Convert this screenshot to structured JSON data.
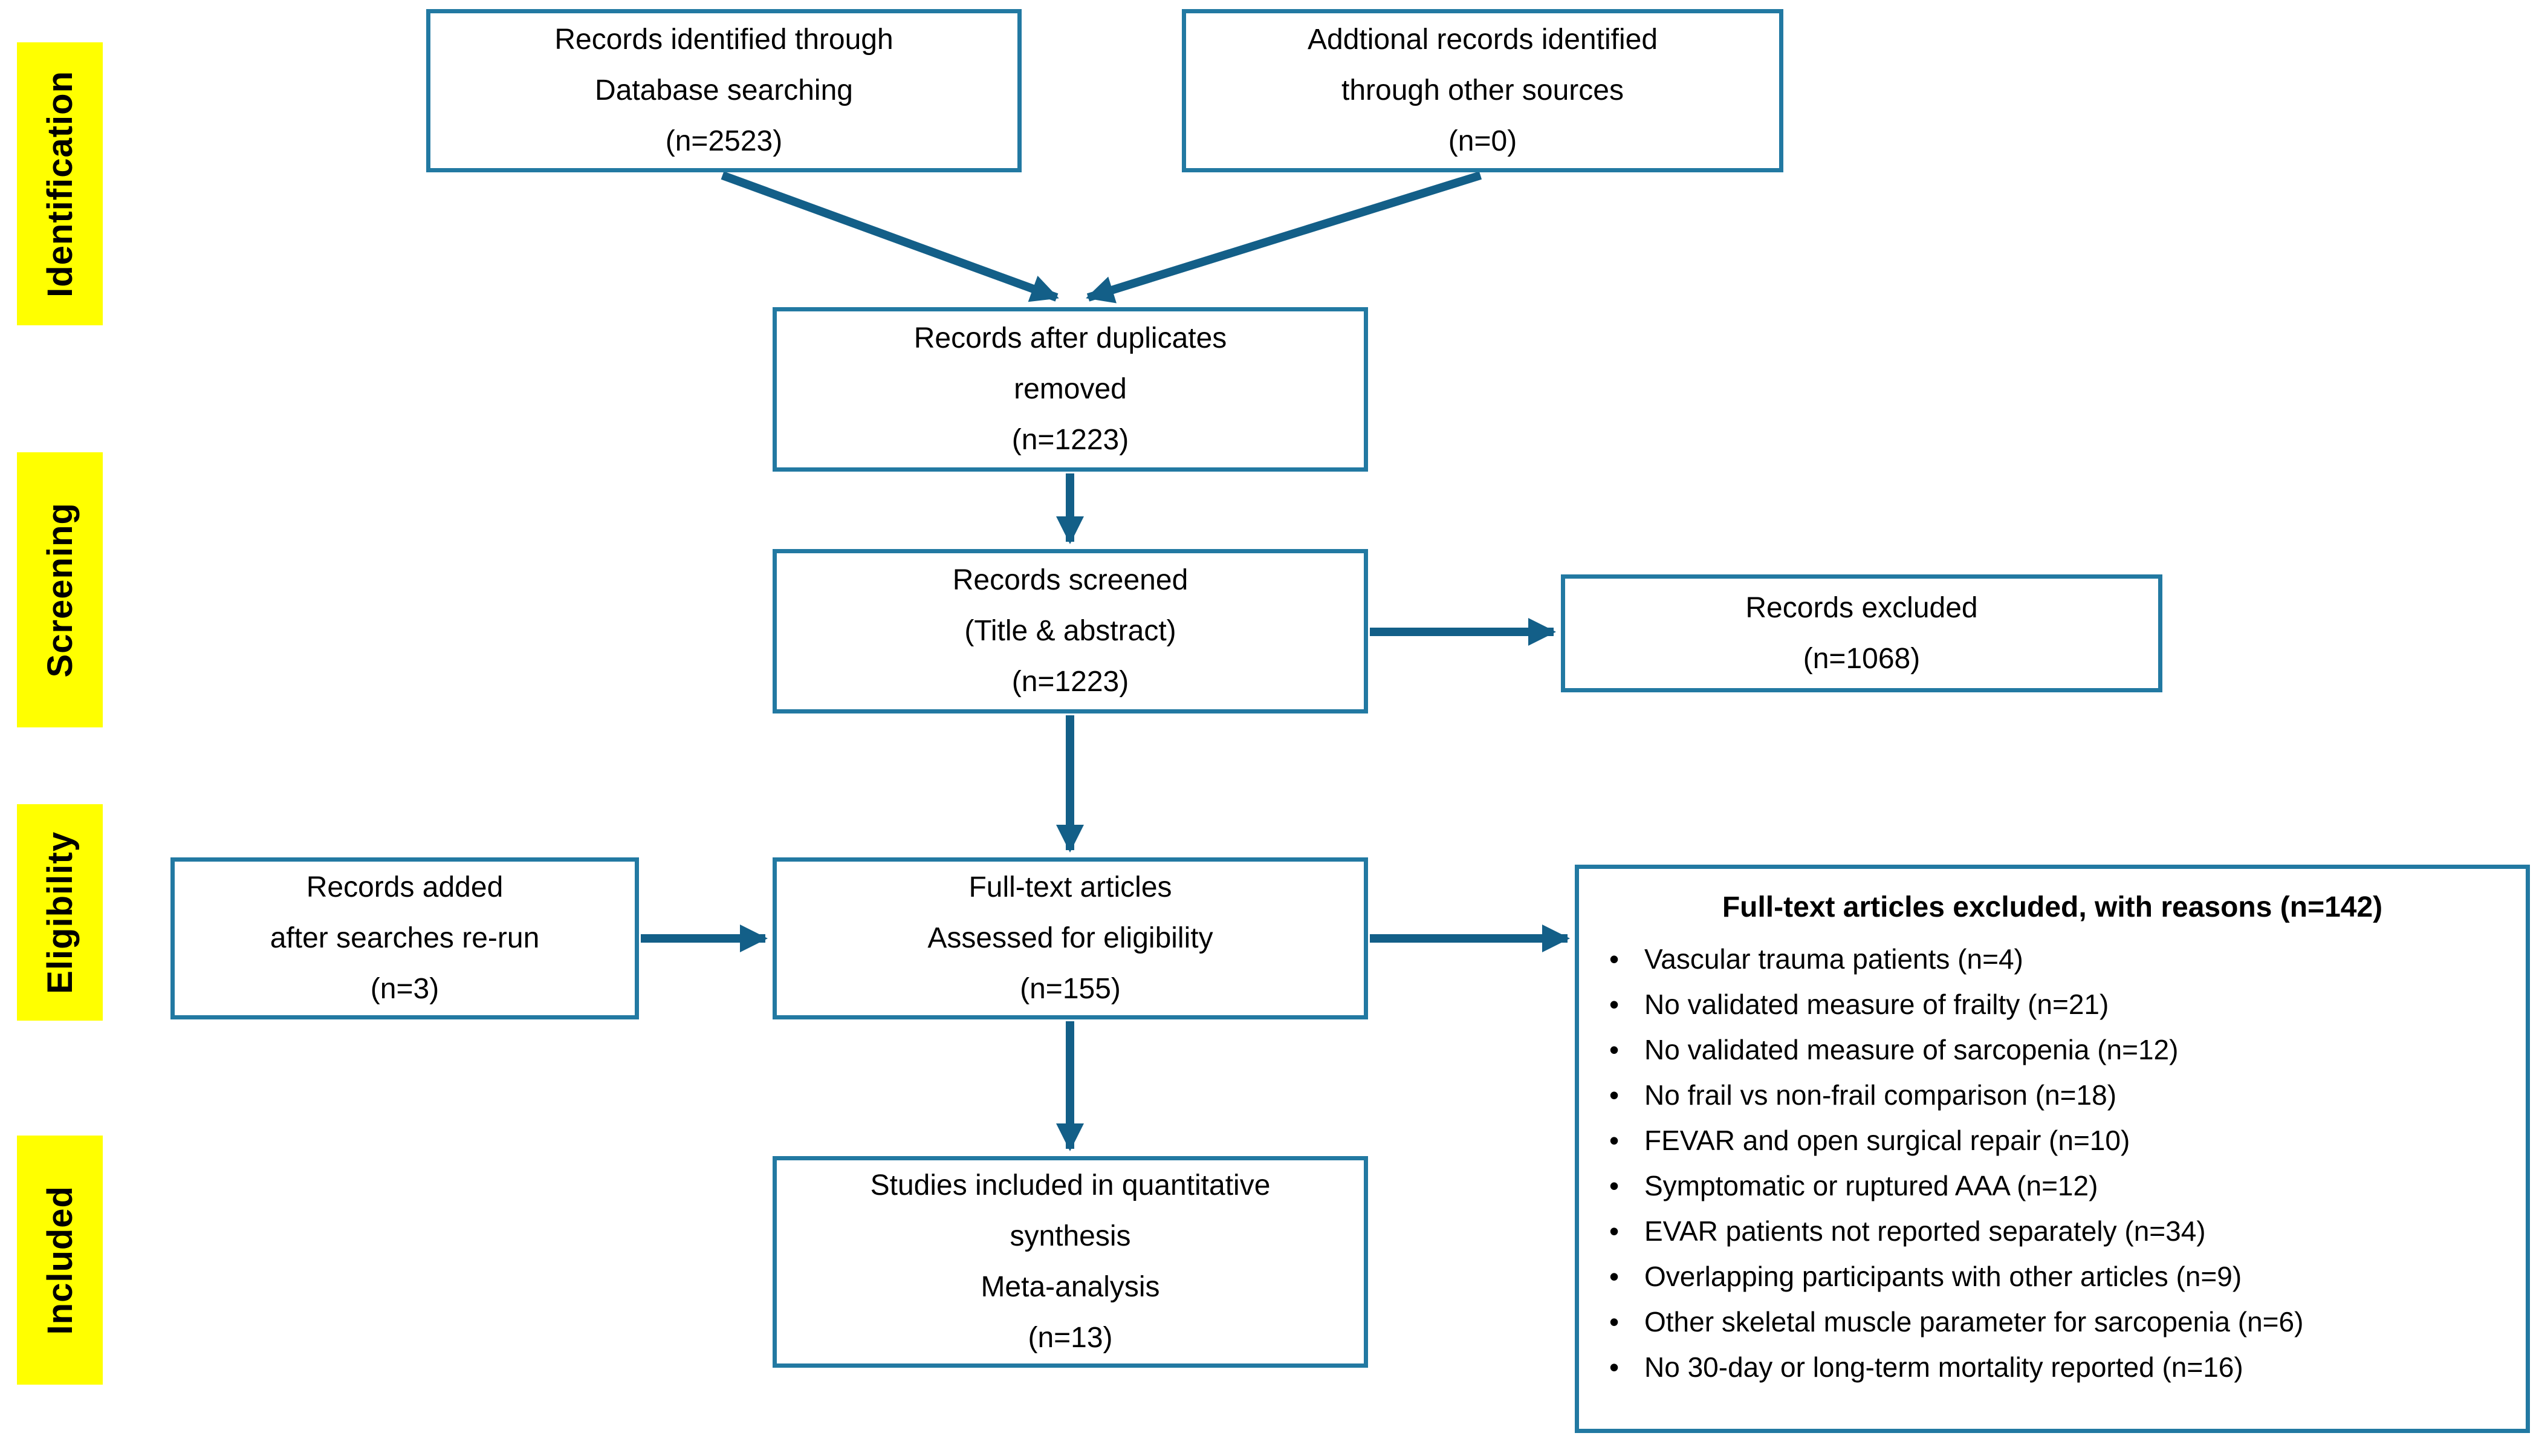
{
  "diagram": {
    "stages": [
      {
        "id": "identification",
        "label": "Identification"
      },
      {
        "id": "screening",
        "label": "Screening"
      },
      {
        "id": "eligibility",
        "label": "Eligibility"
      },
      {
        "id": "included",
        "label": "Included"
      }
    ],
    "boxes": {
      "db_search": {
        "lines": [
          "Records identified through",
          "Database searching",
          "(n=2523)"
        ]
      },
      "other_sources": {
        "lines": [
          "Addtional records identified",
          "through other sources",
          "(n=0)"
        ]
      },
      "after_duplicates": {
        "lines": [
          "Records after duplicates",
          "removed",
          "(n=1223)"
        ]
      },
      "screened": {
        "lines": [
          "Records screened",
          "(Title & abstract)",
          "(n=1223)"
        ]
      },
      "records_excluded": {
        "lines": [
          "Records excluded",
          "(n=1068)"
        ]
      },
      "records_added": {
        "lines": [
          "Records added",
          "after searches re-run",
          "(n=3)"
        ]
      },
      "full_text": {
        "lines": [
          "Full-text articles",
          "Assessed for eligibility",
          "(n=155)"
        ]
      },
      "included_studies": {
        "lines": [
          "Studies included in quantitative",
          "synthesis",
          "Meta-analysis",
          "(n=13)"
        ]
      },
      "full_text_excluded": {
        "title": "Full-text articles excluded, with reasons (n=142)",
        "reasons": [
          "Vascular trauma patients (n=4)",
          "No validated measure of frailty (n=21)",
          "No validated measure of sarcopenia (n=12)",
          "No frail vs non-frail comparison (n=18)",
          "FEVAR and open surgical repair (n=10)",
          "Symptomatic or ruptured AAA (n=12)",
          "EVAR patients not reported separately (n=34)",
          "Overlapping participants with other articles (n=9)",
          "Other skeletal muscle parameter for sarcopenia (n=6)",
          "No 30-day or long-term mortality reported (n=16)"
        ]
      }
    },
    "colors": {
      "stage_band": "#ffff00",
      "box_border": "#2279a2",
      "arrow": "#135f88",
      "text": "#000000"
    }
  }
}
